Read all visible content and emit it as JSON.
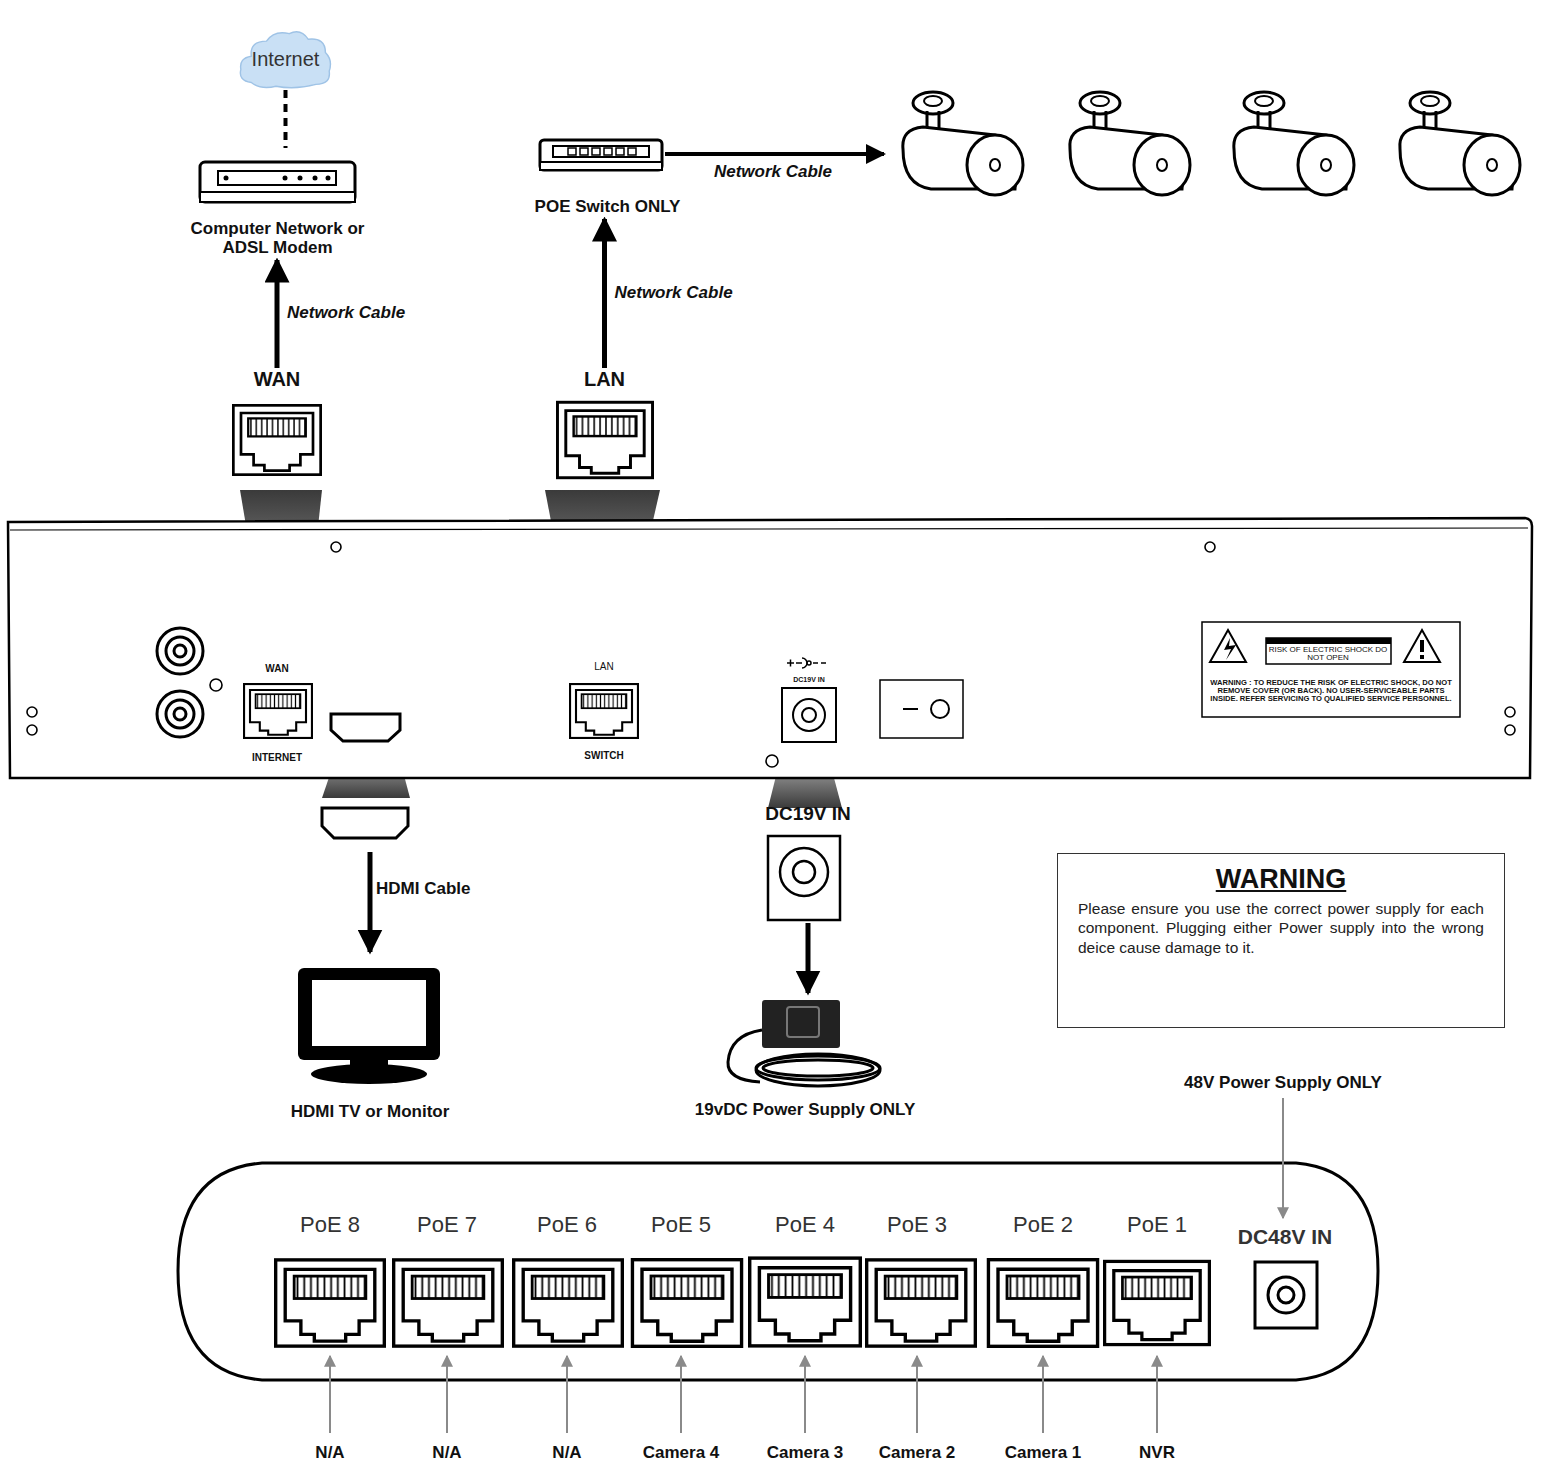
{
  "diagram": {
    "nodes": [
      {
        "text": [
          "Internet"
        ]
      },
      {
        "text": [
          "Computer Network or ADSL Modem"
        ]
      },
      {
        "text": [
          "WAN"
        ]
      },
      {
        "text": [
          "POE Switch ONLY"
        ]
      },
      {
        "text": [
          "LAN"
        ]
      },
      {
        "text": [
          "HDMI TV or Monitor"
        ]
      },
      {
        "text": [
          "DC19V IN"
        ]
      },
      {
        "text": [
          "19vDC Power Supply ONLY"
        ]
      },
      {
        "text": [
          "WARNING",
          "Please ensure you use the correct power supply for each component. Plugging either Power supply into the wrong deice cause damage to it."
        ]
      }
    ],
    "edges": [
      {
        "from": 0,
        "to": 1,
        "arrow": "none"
      },
      {
        "from": 2,
        "to": 1,
        "label": "Network Cable",
        "arrow": "to"
      },
      {
        "from": 4,
        "to": 3,
        "label": "Network Cable",
        "arrow": "to"
      },
      {
        "from": 6,
        "to": 7,
        "arrow": "to"
      }
    ],
    "labels": [
      "Network Cable",
      "HDMI Cable",
      "WAN",
      "INTERNET",
      "LAN",
      "SWITCH",
      "DC19V IN",
      "RISK OF ELECTRIC SHOCK DO NOT OPEN",
      "WARNING : TO REDUCE THE RISK OF ELECTRIC SHOCK, DO NOT REMOVE COVER (OR BACK). NO USER-SERVICEABLE PARTS INSIDE. REFER SERVICING TO QUALIFIED SERVICE PERSONNEL.",
      "48V Power Supply ONLY",
      "PoE 8",
      "PoE 7",
      "PoE 6",
      "PoE 5",
      "PoE 4",
      "PoE 3",
      "PoE 2",
      "PoE 1",
      "DC48V IN",
      "N/A",
      "N/A",
      "N/A",
      "Camera 4",
      "Camera 3",
      "Camera 2",
      "Camera 1",
      "NVR"
    ]
  }
}
